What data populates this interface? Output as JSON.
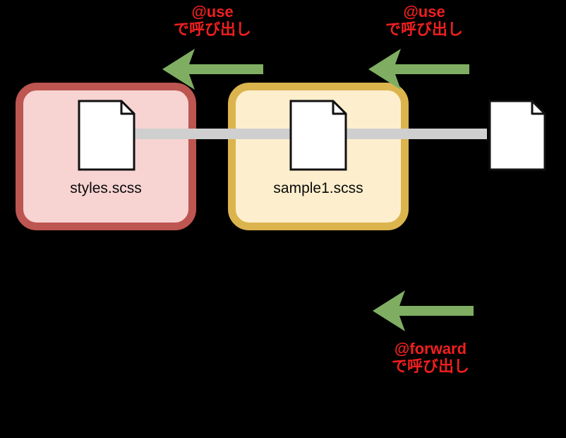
{
  "diagram": {
    "title": "SCSS module relationship diagram",
    "background_color": "#000000",
    "modules": [
      {
        "id": "styles",
        "label": "styles.scss",
        "fill_color": "#f7d3d2",
        "border_color": "#bd5551",
        "doc_icon": "document-page-icon"
      },
      {
        "id": "sample1",
        "label": "sample1.scss",
        "fill_color": "#fdefcd",
        "border_color": "#dcb44e",
        "doc_icon": "document-page-icon"
      }
    ],
    "standalone_document": {
      "id": "right-document",
      "doc_icon": "document-page-icon"
    },
    "connector": {
      "name": "pipeline-bar",
      "color": "#cfcfcf"
    },
    "arrows": [
      {
        "id": "use-arrow-1",
        "direction": "left",
        "color": "#7fae62",
        "annotation_line1": "@use",
        "annotation_line2": "で呼び出し"
      },
      {
        "id": "use-arrow-2",
        "direction": "left",
        "color": "#7fae62",
        "annotation_line1": "@use",
        "annotation_line2": "で呼び出し"
      },
      {
        "id": "forward-arrow-1",
        "direction": "left",
        "color": "#7fae62",
        "annotation_line1": "@forward",
        "annotation_line2": "で呼び出し"
      }
    ],
    "annotation_color": "#f01f1f"
  }
}
